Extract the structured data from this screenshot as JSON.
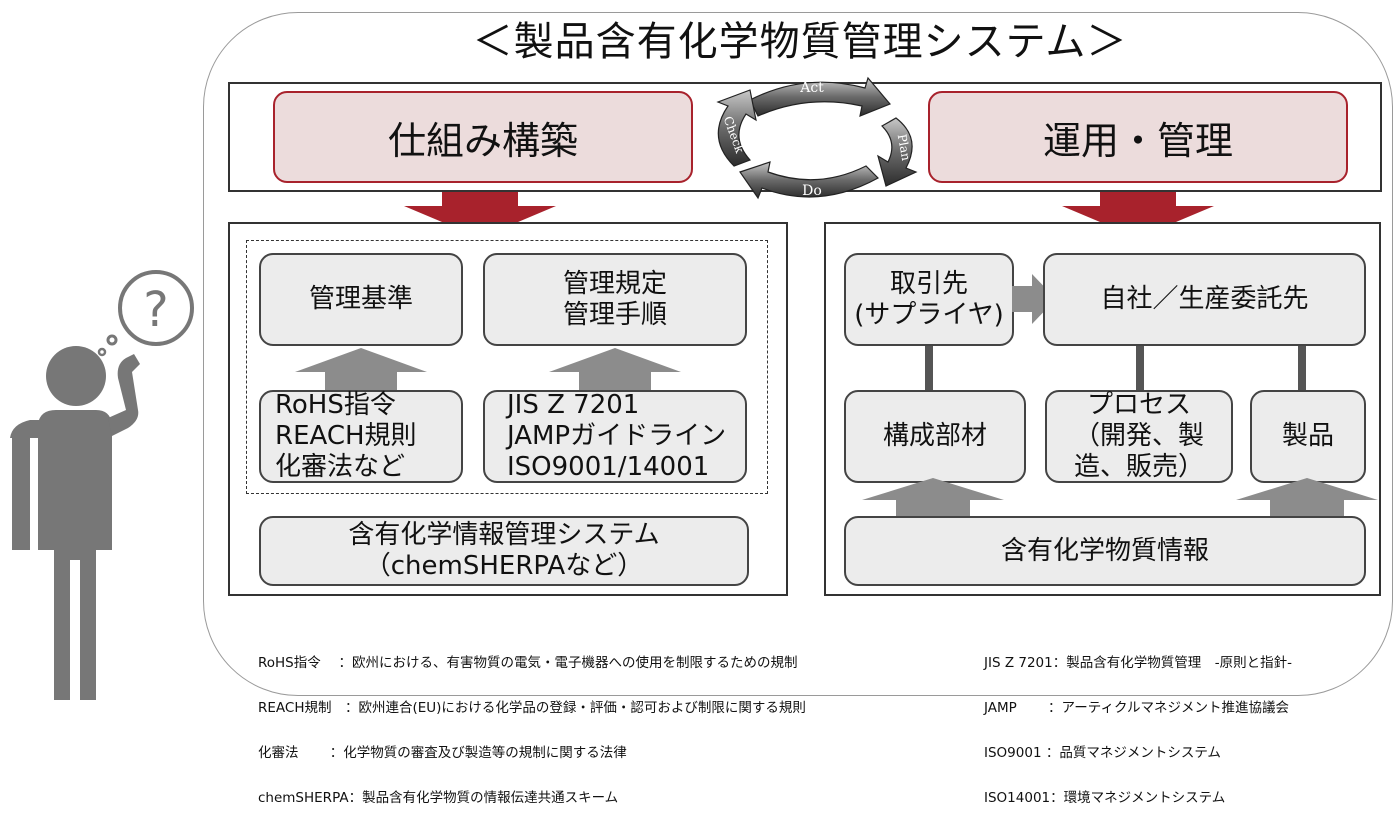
{
  "title": "＜製品含有化学物質管理システム＞",
  "top": {
    "left_box": "仕組み構築",
    "right_box": "運用・管理",
    "pdca": {
      "act": "Act",
      "plan": "Plan",
      "do": "Do",
      "check": "Check"
    }
  },
  "left_panel": {
    "box1": "管理基準",
    "box2": [
      "管理規定",
      "管理手順"
    ],
    "box3": [
      "RoHS指令",
      "REACH規則",
      "化審法など"
    ],
    "box4": [
      "JIS Z 7201",
      "JAMPガイドライン",
      "ISO9001/14001"
    ],
    "system": [
      "含有化学情報管理システム",
      "（chemSHERPAなど）"
    ]
  },
  "right_panel": {
    "supplier": [
      "取引先",
      "(サプライヤ)"
    ],
    "company": "自社／生産委託先",
    "materials": "構成部材",
    "process": [
      "プロセス",
      "（開発、製",
      "造、販売）"
    ],
    "product": "製品",
    "info": "含有化学物質情報"
  },
  "legend_left": [
    "RoHS指令　 ：欧州における、有害物質の電気・電子機器への使用を制限するための規制",
    "REACH規制　：欧州連合(EU)における化学品の登録・評価・認可および制限に関する規則",
    "化審法　　 ：化学物質の審査及び製造等の規制に関する法律",
    "chemSHERPA：製品含有化学物質の情報伝達共通スキーム"
  ],
  "legend_right": [
    "JIS Z 7201：製品含有化学物質管理　-原則と指針-",
    "JAMP　　 ：アーティクルマネジメント推進協議会",
    "ISO9001 ：品質マネジメントシステム",
    "ISO14001：環境マネジメントシステム"
  ],
  "person": {
    "thought": "?"
  },
  "colors": {
    "accent_red": "#a8222c",
    "pink_fill": "#ecdcdc",
    "gray_box": "#ececec",
    "arrow_gray": "#8c8c8c",
    "person_gray": "#777777"
  }
}
